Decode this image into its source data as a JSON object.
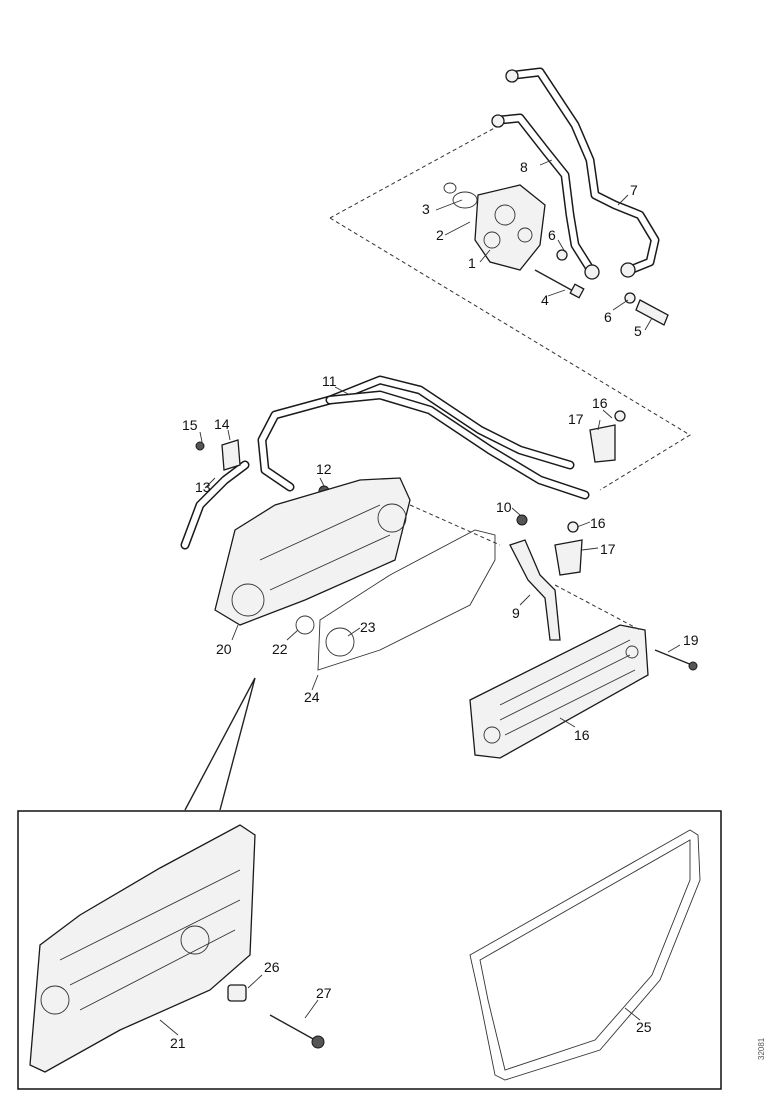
{
  "callouts": {
    "c1": "1",
    "c2": "2",
    "c3": "3",
    "c4": "4",
    "c5": "5",
    "c6a": "6",
    "c6b": "6",
    "c7": "7",
    "c8": "8",
    "c9": "9",
    "c10": "10",
    "c11": "11",
    "c12": "12",
    "c13": "13",
    "c14": "14",
    "c15": "15",
    "c16a": "16",
    "c16b": "16",
    "c16c": "16",
    "c17a": "17",
    "c17b": "17",
    "c19": "19",
    "c20": "20",
    "c21": "21",
    "c22": "22",
    "c23": "23",
    "c24": "24",
    "c25": "25",
    "c26": "26",
    "c27": "27"
  },
  "reference_code": "32081"
}
